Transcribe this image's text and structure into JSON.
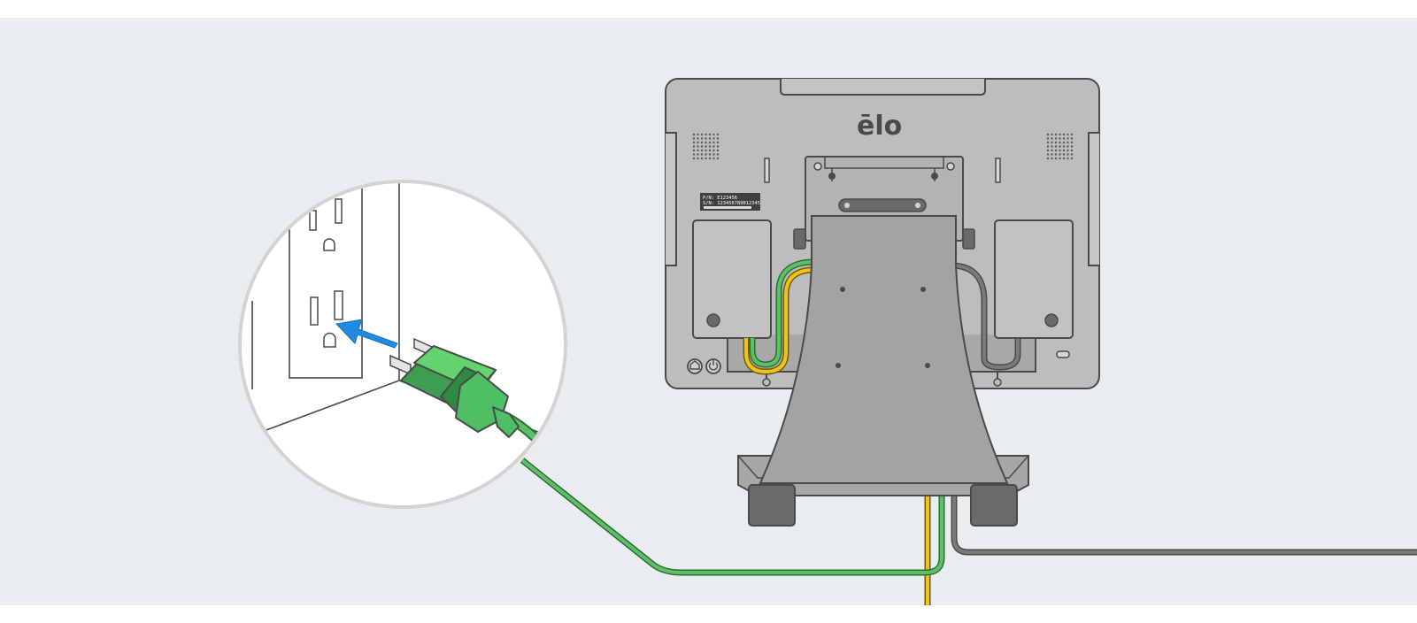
{
  "diagram": {
    "brand_logo": "ēlo",
    "product_label": {
      "line1": "P/N: E123456",
      "line2": "S/N: 123456789012345"
    },
    "colors": {
      "background": "#e9edf0",
      "monitor_body": "#bdbdbd",
      "stand": "#a3a3a3",
      "power_cable": "#5cc065",
      "power_plug": "#4fbf63",
      "yellow_cable": "#f2c21b",
      "gray_cable": "#6f6f6f",
      "arrow": "#1e8be0",
      "outline": "#4a4a4a"
    },
    "icons": [
      "home-button-icon",
      "power-button-icon",
      "insert-arrow-icon"
    ]
  }
}
